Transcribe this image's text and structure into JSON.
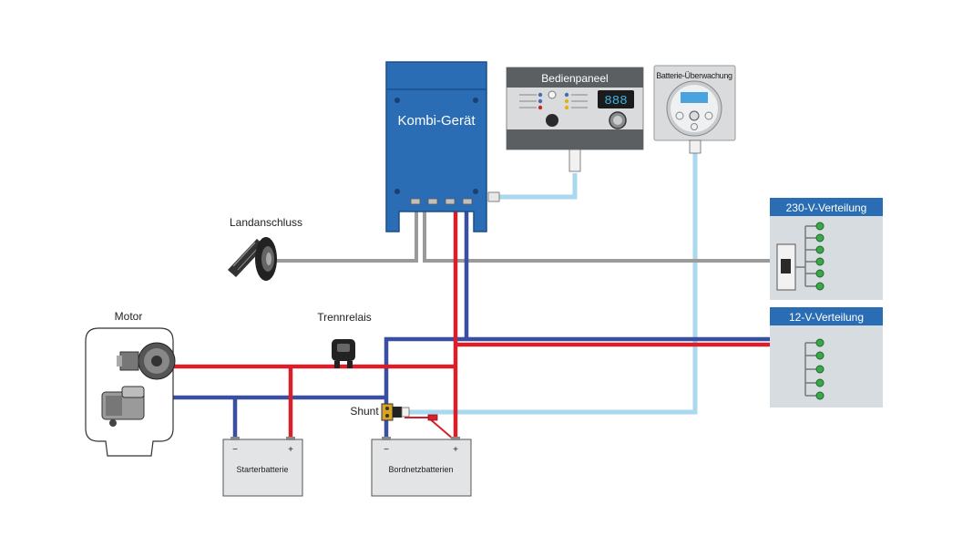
{
  "labels": {
    "kombi": "Kombi-Gerät",
    "bedienpaneel": "Bedienpaneel",
    "display_value": "888",
    "batterie_ueberwachung": "Batterie-Überwachung",
    "dist230": "230-V-Verteilung",
    "dist12": "12-V-Verteilung",
    "landanschluss": "Landanschluss",
    "motor": "Motor",
    "trennrelais": "Trennrelais",
    "shunt": "Shunt",
    "starterbatterie": "Starterbatterie",
    "bordnetzbatterien": "Bordnetzbatterien",
    "minus": "−",
    "plus": "+"
  },
  "colors": {
    "positive_wire": "#d8202a",
    "negative_wire": "#3a4f9f",
    "ac_wire": "#9a9a9a",
    "data_wire": "#a9d8ef",
    "kombi_body": "#2a6db4",
    "dist_header": "#2a6db4",
    "dist_panel": "#d7dce1",
    "terminal_led": "#3aa84a"
  }
}
